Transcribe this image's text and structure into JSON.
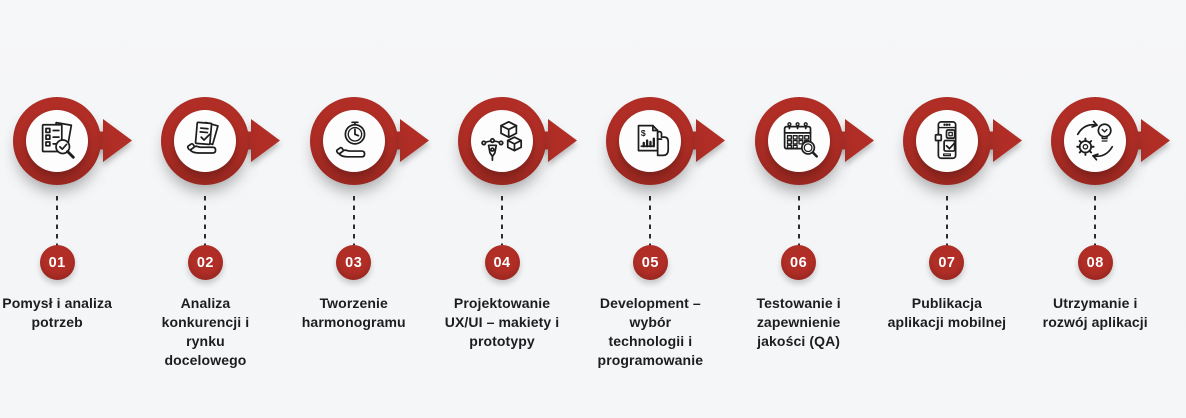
{
  "page": {
    "kind": "process-infographic",
    "background_color": "#f5f6f8"
  },
  "theme": {
    "accent_red": "#b02e26",
    "accent_red_dark": "#8f241e",
    "text_color": "#1d1d1d",
    "badge_text_color": "#ffffff",
    "connector_color": "#2d2d2d"
  },
  "steps": [
    {
      "number": "01",
      "label": "Pomysł i analiza\npotrzeb",
      "icon": "checklist-magnifier-icon"
    },
    {
      "number": "02",
      "label": "Analiza\nkonkurencji i\nrynku\ndocelowego",
      "icon": "hand-document-check-icon"
    },
    {
      "number": "03",
      "label": "Tworzenie\nharmonogramu",
      "icon": "hand-stopwatch-icon"
    },
    {
      "number": "04",
      "label": "Projektowanie\nUX/UI – makiety i\nprototypy",
      "icon": "pen-tool-cubes-icon"
    },
    {
      "number": "05",
      "label": "Development –\nwybór\ntechnologii i\nprogramowanie",
      "icon": "document-chart-hand-icon"
    },
    {
      "number": "06",
      "label": "Testowanie i\nzapewnienie\njakości (QA)",
      "icon": "calendar-magnifier-icon"
    },
    {
      "number": "07",
      "label": "Publikacja\naplikacji mobilnej",
      "icon": "smartphone-check-icon"
    },
    {
      "number": "08",
      "label": "Utrzymanie i\nrozwój aplikacji",
      "icon": "gear-bulb-refresh-icon"
    }
  ]
}
